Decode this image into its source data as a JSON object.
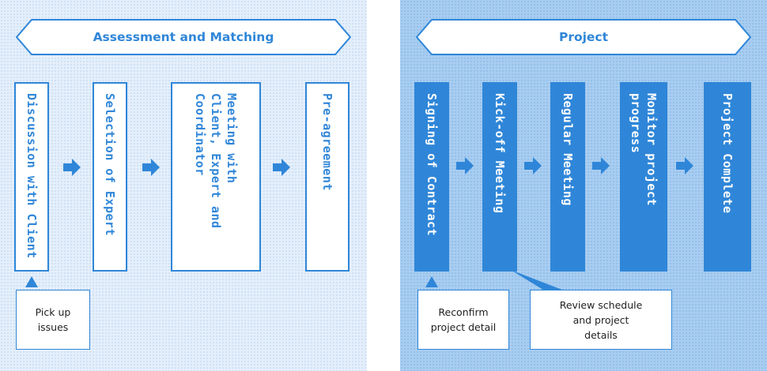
{
  "colors": {
    "accent": "#2f86d8",
    "panel_left_bg": "#e4effb",
    "panel_right_bg": "#a8cdf1"
  },
  "assessment": {
    "title": "Assessment and Matching",
    "steps": [
      "Discussion with Client",
      "Selection of Expert",
      "Meeting with\nClient, Expert and\nCoordinator",
      "Pre-agreement"
    ],
    "note": "Pick up\nissues"
  },
  "project": {
    "title": "Project",
    "steps": [
      "Signing of Contract",
      "Kick-off Meeting",
      "Regular Meeting",
      "Monitor  project\nprogress",
      "Project Complete"
    ],
    "notes": [
      "Reconfirm\nproject detail",
      "Review schedule\nand project\ndetails"
    ]
  }
}
